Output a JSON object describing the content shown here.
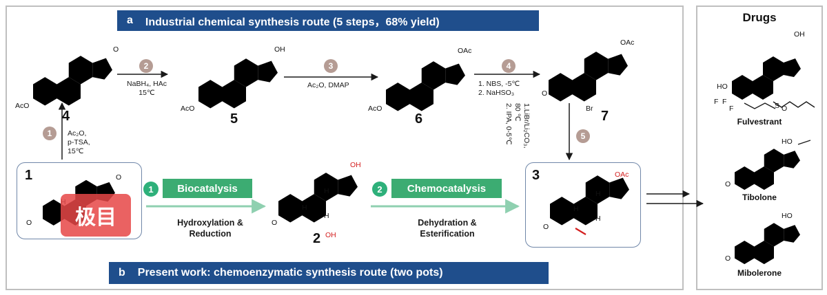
{
  "panel_a": {
    "letter": "a",
    "title": "Industrial chemical synthesis route (5 steps，68% yield)"
  },
  "panel_b": {
    "letter": "b",
    "title": "Present work: chemoenzymatic synthesis route (two pots)"
  },
  "compounds": {
    "c1": "1",
    "c2": "2",
    "c3": "3",
    "c4": "4",
    "c5": "5",
    "c6": "6",
    "c7": "7"
  },
  "atoms": {
    "aco": "AcO",
    "oh": "OH",
    "oac": "OAc",
    "o": "O",
    "br": "Br",
    "h": "H",
    "ho": "HO",
    "f": "F",
    "s": "S",
    "so": "O"
  },
  "steps": {
    "s1": {
      "num": "1",
      "lines": [
        "Ac₂O,",
        "p-TSA,",
        "15℃"
      ]
    },
    "s2": {
      "num": "2",
      "lines": [
        "NaBH₄, HAc",
        "15℃"
      ]
    },
    "s3": {
      "num": "3",
      "lines": [
        "Ac₂O, DMAP"
      ]
    },
    "s4": {
      "num": "4",
      "lines": [
        "1. NBS, -5℃",
        "2. NaHSO₃"
      ]
    },
    "s5": {
      "num": "5",
      "lines": [
        "1.LiBr/Li₂CO₃,",
        "80 ℃",
        "2. IPA, 0-5℃"
      ]
    }
  },
  "bio": {
    "num": "1",
    "tag": "Biocatalysis",
    "desc": [
      "Hydroxylation &",
      "Reduction"
    ]
  },
  "chemo": {
    "num": "2",
    "tag": "Chemocatalysis",
    "desc": [
      "Dehydration &",
      "Esterification"
    ]
  },
  "drugs": {
    "title": "Drugs",
    "items": [
      "Fulvestrant",
      "Tibolone",
      "Mibolerone"
    ]
  },
  "watermark": "极目",
  "colors": {
    "header_blue": "#1f4e8c",
    "step_circle": "#b59c94",
    "green": "#3cac72",
    "highlight_red": "#d42020",
    "arrow_green": "#8fd0b0"
  }
}
